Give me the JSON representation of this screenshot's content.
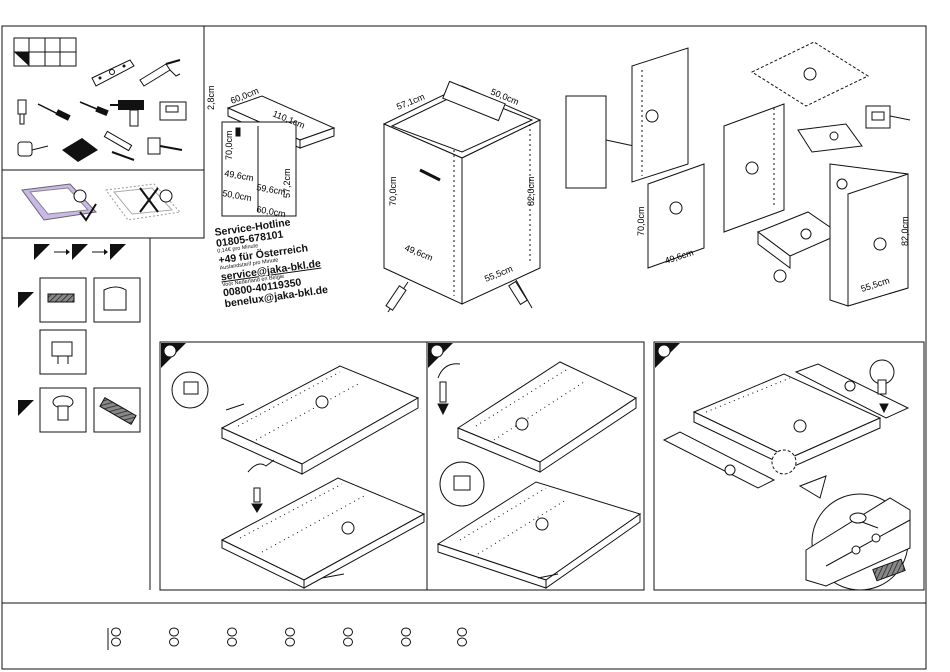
{
  "dimensions": {
    "top_depth": "2,8cm",
    "top_width": "60,0cm",
    "top_length": "110,1cm",
    "small_height": "70,0cm",
    "small_inner_width": "49,6cm",
    "small_depth": "59,6cm",
    "small_height2": "57,2cm",
    "small_bottom_width": "50,0cm",
    "small_bottom_depth": "60,0cm",
    "cab_top_depth": "57,1cm",
    "cab_top_width": "50,0cm",
    "cab_front_height": "70,0cm",
    "cab_side_height": "82,0cm",
    "cab_bottom_width": "49,6cm",
    "cab_bottom_depth": "55,5cm",
    "door_height": "70,0cm",
    "door_width": "49,6cm",
    "side_height": "82,0cm",
    "side_depth": "55,5cm"
  },
  "hotline": {
    "line1": "Service-Hotline",
    "line2": "01805-678101",
    "line3": "0,14€ pro Minute",
    "line4": "+49 für Österreich",
    "line5": "Auslandstarif pro Minute",
    "line6": "service@jaka-bkl.de",
    "line7": "Voor Nederland en Belgie",
    "line8": "00800-40119350",
    "line9": "benelux@jaka-bkl.de"
  },
  "colors": {
    "line": "#111111",
    "good_surface": "#c9b8e8",
    "panel_shade": "#e6e6e6"
  }
}
